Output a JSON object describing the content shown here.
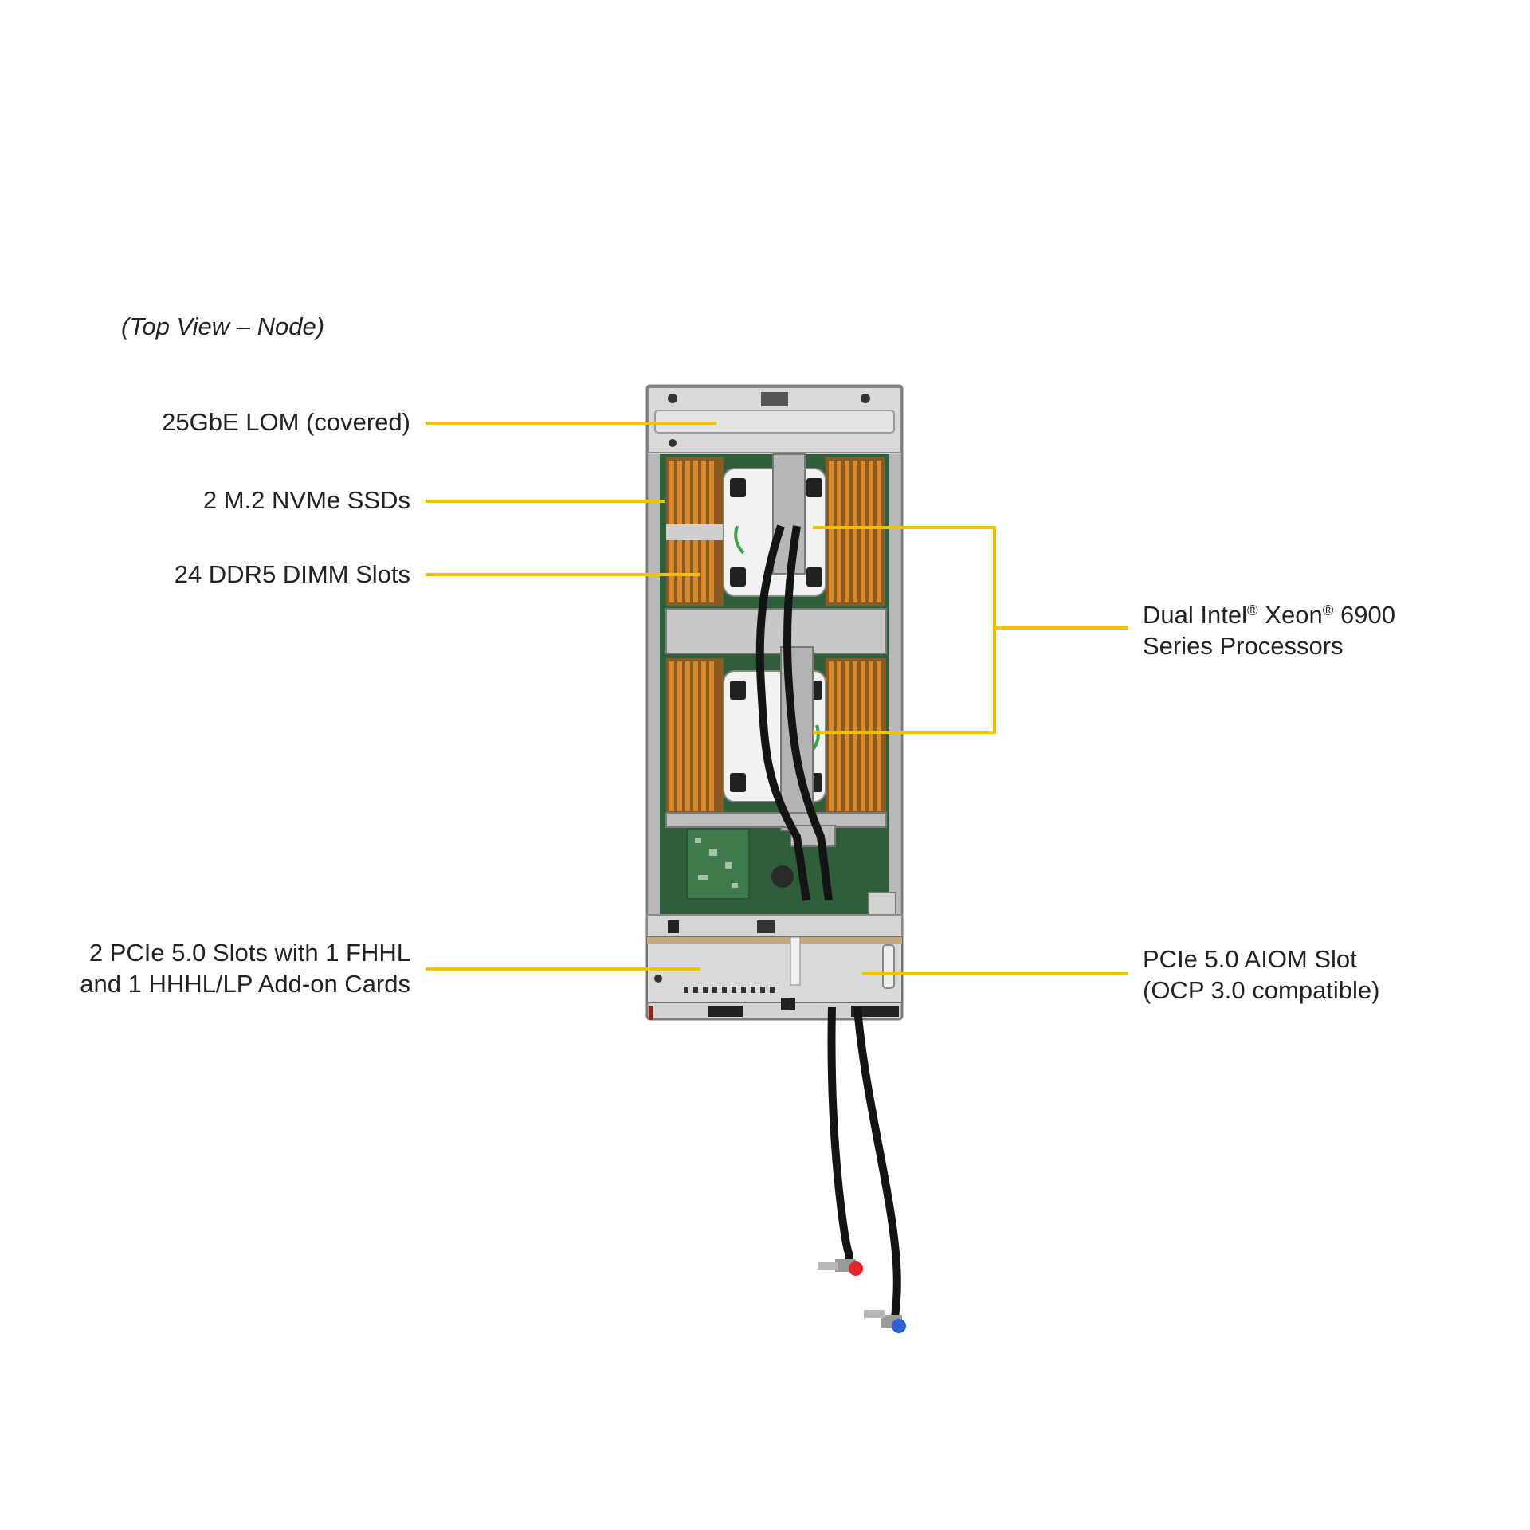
{
  "caption": "(Top View – Node)",
  "callouts": {
    "lom": "25GbE LOM (covered)",
    "m2": "2 M.2 NVMe SSDs",
    "dimm": "24 DDR5 DIMM Slots",
    "pcie_line1": "2 PCIe 5.0 Slots with 1 FHHL",
    "pcie_line2": "and 1 HHHL/LP Add-on Cards",
    "cpu_line1_a": "Dual Intel",
    "cpu_line1_b": " Xeon",
    "cpu_line1_c": " 6900",
    "cpu_reg": "®",
    "cpu_line2": "Series Processors",
    "aiom_line1": "PCIe 5.0 AIOM Slot",
    "aiom_line2": "(OCP 3.0 compatible)"
  },
  "colors": {
    "leader": "#f2c200",
    "dimm": "#d68a2c",
    "chassis": "#c9c9c9",
    "pcb": "#3f7a4a",
    "hose": "#141414",
    "fitting_red": "#e0262a",
    "fitting_blue": "#2d5fd3"
  },
  "icons": [
    "server-node-image",
    "liquid-cooling-hose"
  ]
}
